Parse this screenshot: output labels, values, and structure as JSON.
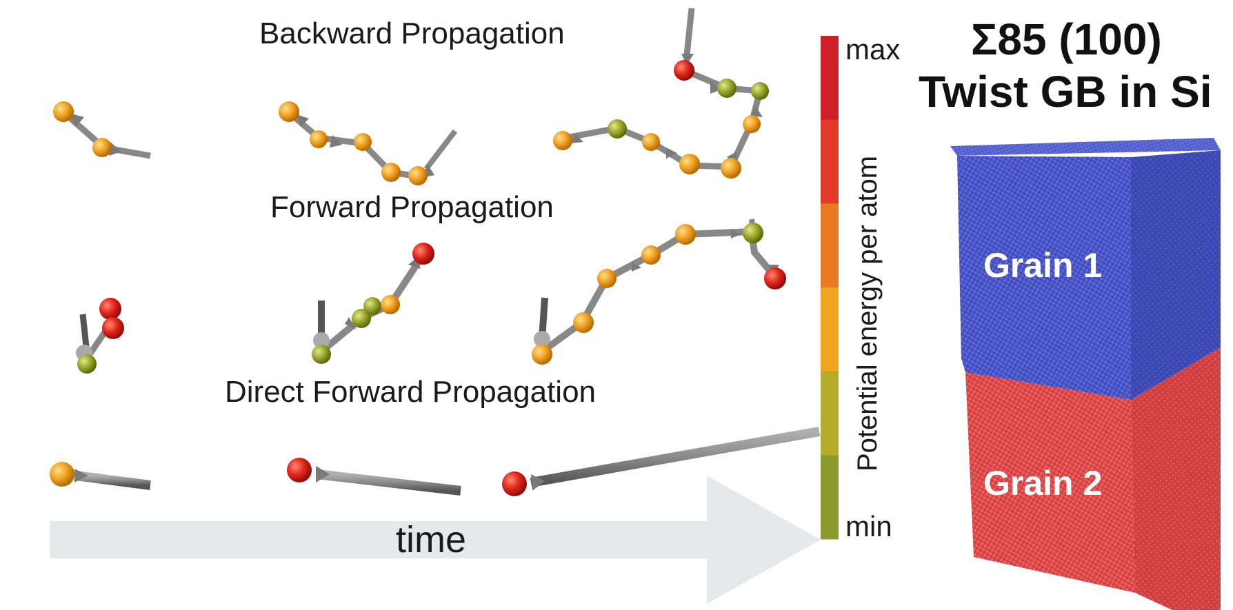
{
  "labels": {
    "backward": "Backward Propagation",
    "forward": "Forward Propagation",
    "direct": "Direct Forward Propagation",
    "time": "time"
  },
  "colorbar": {
    "title": "Potential energy per atom",
    "max": "max",
    "min": "min",
    "colors": [
      "#cf1f26",
      "#e23a26",
      "#ea7a20",
      "#f0a51f",
      "#b6ab2b",
      "#8a9a2c"
    ]
  },
  "structure": {
    "title_line1": "Σ85 (100)",
    "title_line2": "Twist GB in Si",
    "grain1": "Grain 1",
    "grain2": "Grain 2",
    "grain1_color": "#4a56c8",
    "grain2_color": "#df4a4a"
  },
  "atom_colors": {
    "red": "#e0231b",
    "orange": "#f0a020",
    "olive": "#9aa62a"
  }
}
